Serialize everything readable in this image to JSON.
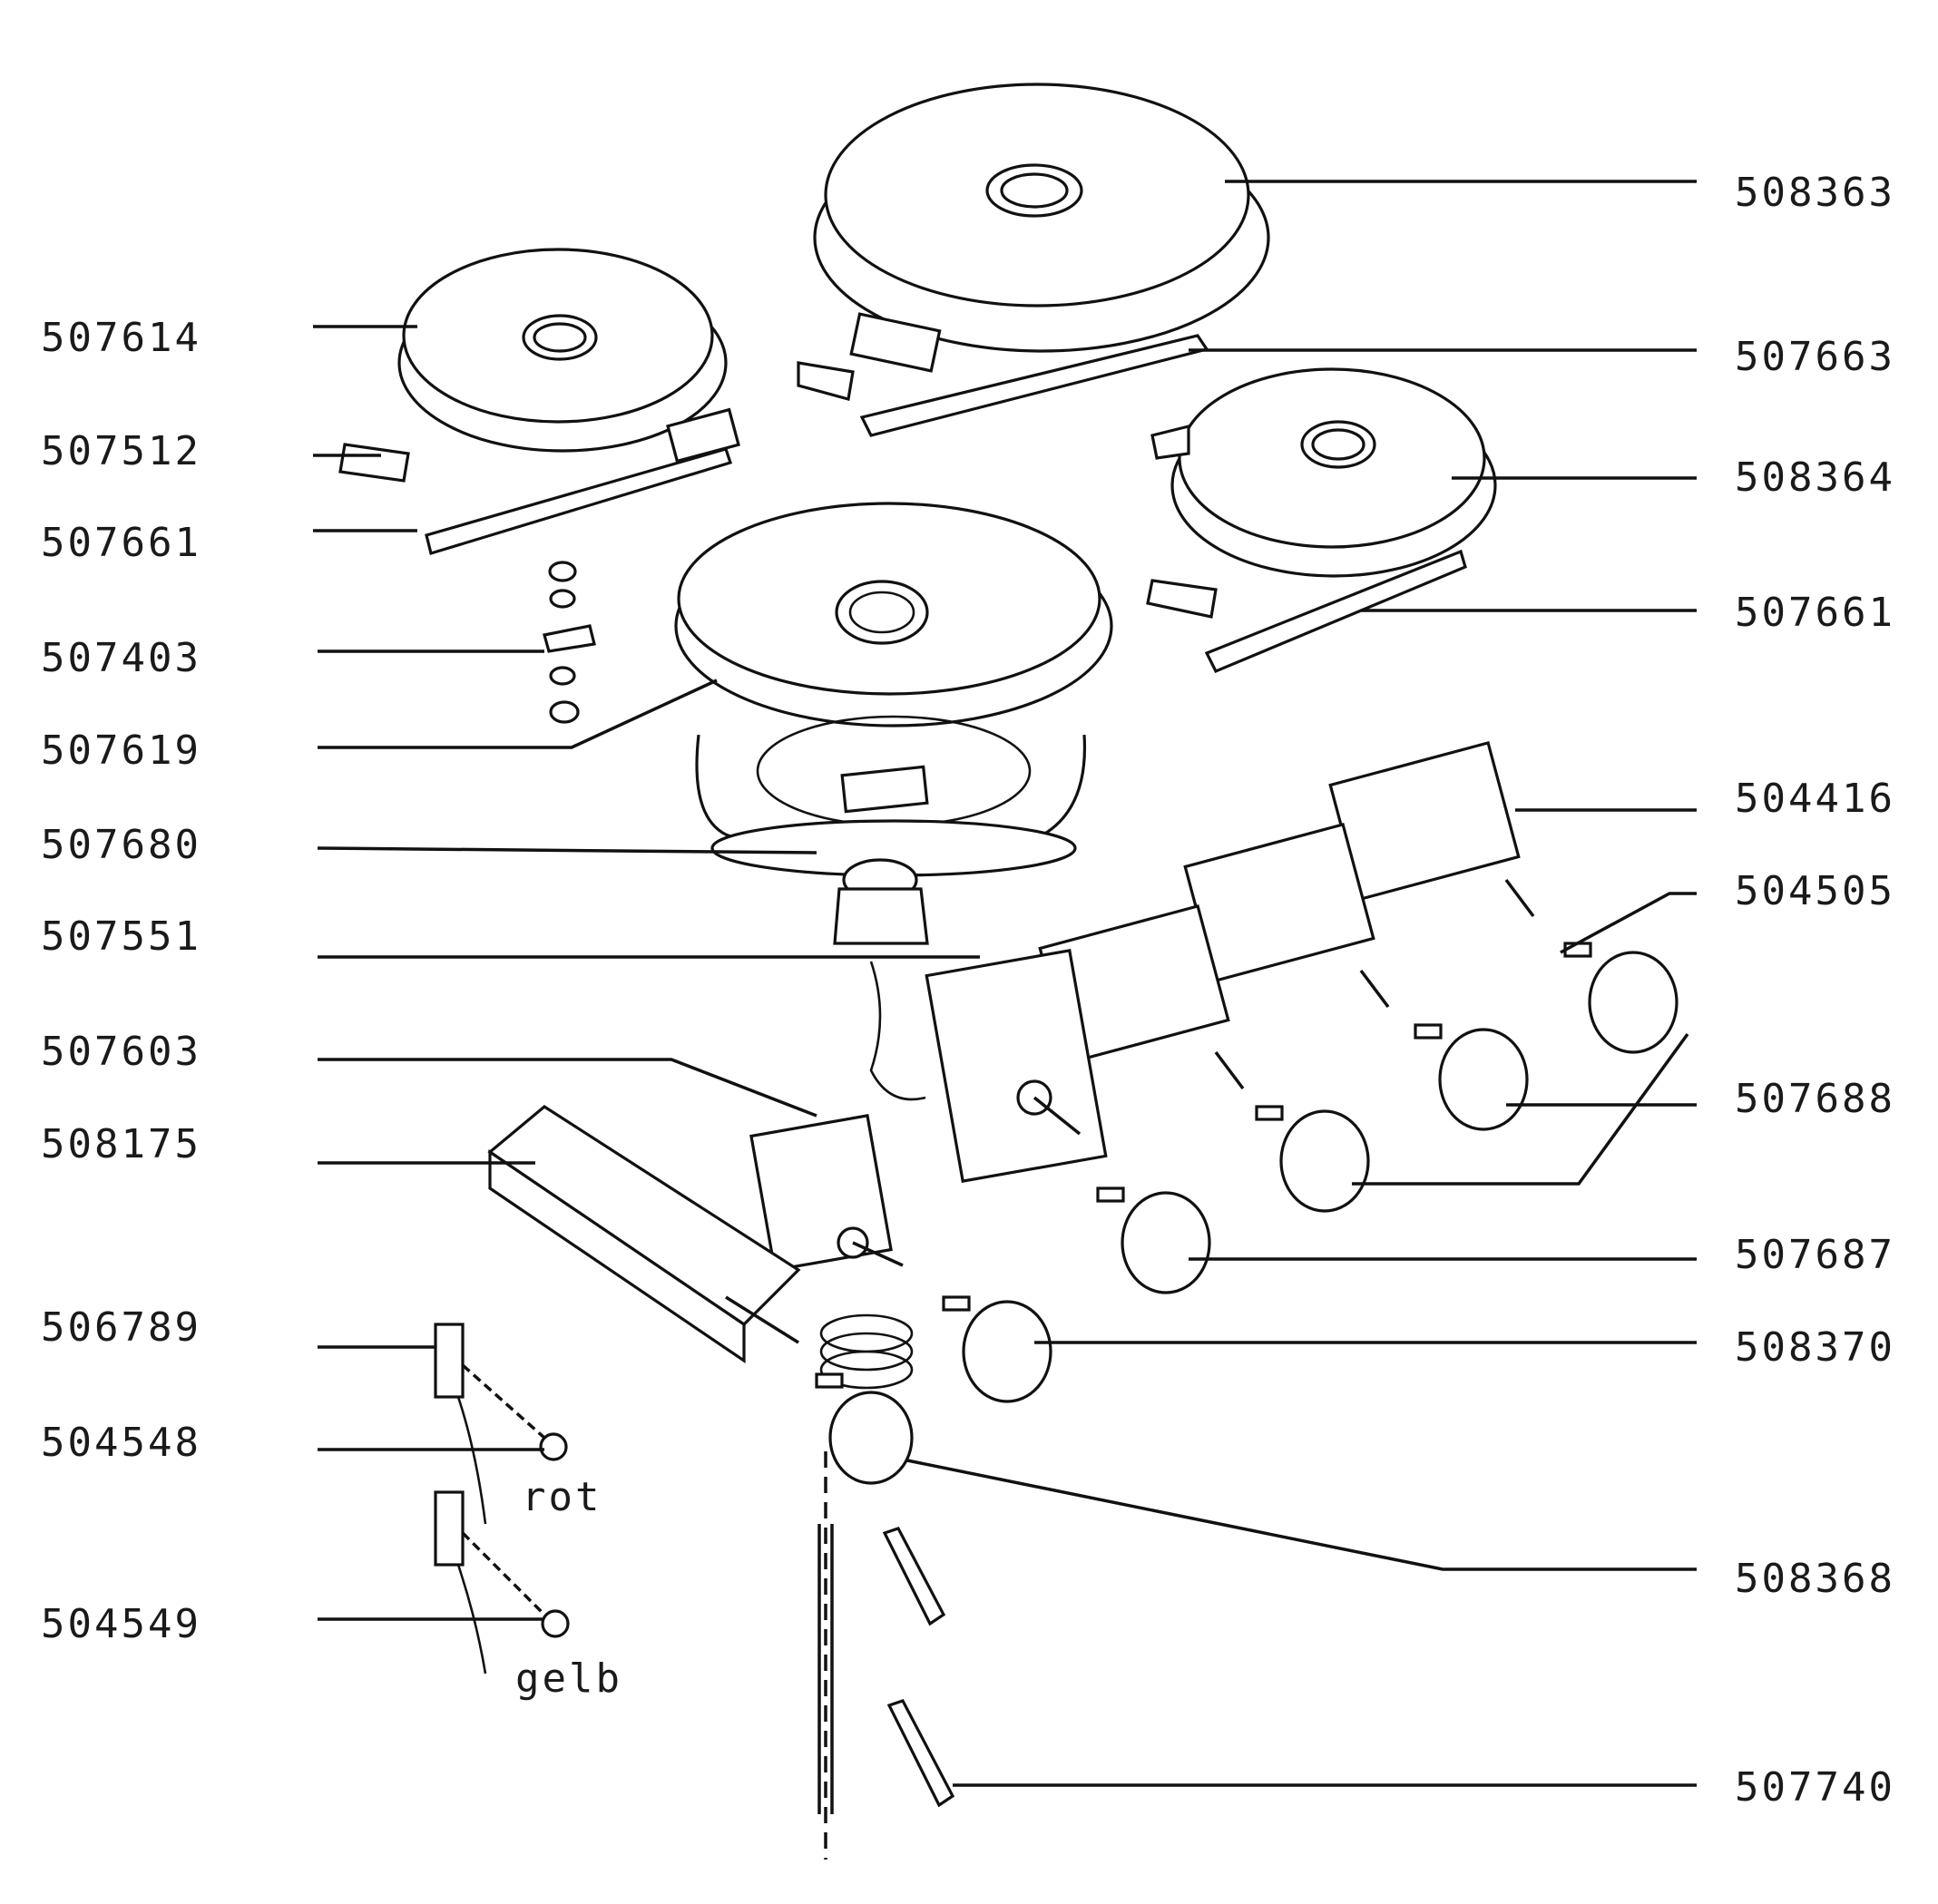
{
  "diagram": {
    "left_labels": [
      "507614",
      "507512",
      "507661",
      "507403",
      "507619",
      "507680",
      "507551",
      "507603",
      "508175",
      "506789",
      "504548",
      "504549"
    ],
    "right_labels": [
      "508363",
      "507663",
      "508364",
      "507661",
      "504416",
      "504505",
      "507688",
      "507687",
      "508370",
      "508368",
      "507740"
    ],
    "wire_labels": {
      "red": "rot",
      "yellow": "gelb"
    }
  }
}
